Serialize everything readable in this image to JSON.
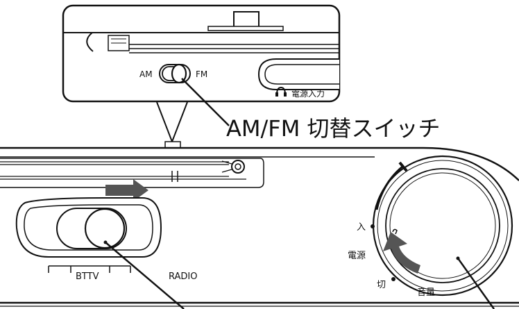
{
  "labels": {
    "am": "AM",
    "fm": "FM",
    "power_input": "電源入力",
    "switch_title": "AM/FM 切替スイッチ",
    "on": "入",
    "off": "切",
    "power": "電源",
    "volume": "音量",
    "bttv": "BTTV",
    "radio": "RADIO"
  },
  "icons": {
    "slide_direction": "arrow-right-icon",
    "rotate_direction": "curved-arrow-icon",
    "headphone": "headphone-icon"
  }
}
